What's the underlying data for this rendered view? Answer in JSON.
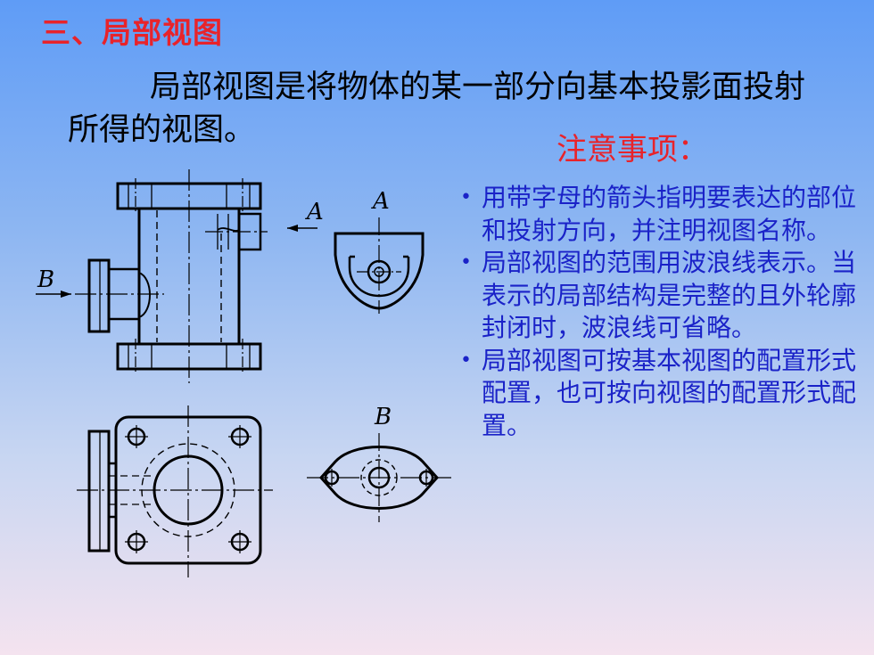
{
  "slide": {
    "title": "三、局部视图",
    "intro": "局部视图是将物体的某一部分向基本投影面投射所得的视图。",
    "notes_heading": "注意事项：",
    "notes": [
      "用带字母的箭头指明要表达的部位和投射方向，并注明视图名称。",
      "局部视图的范围用波浪线表示。当表示的局部结构是完整的且外轮廓封闭时，波浪线可省略。",
      "局部视图可按基本视图的配置形式配置，也可按向视图的配置形式配置。"
    ],
    "bullet_glyph": "•",
    "drawing_labels": {
      "arrow_a": "A",
      "view_a": "A",
      "arrow_b": "B",
      "view_b": "B"
    }
  }
}
